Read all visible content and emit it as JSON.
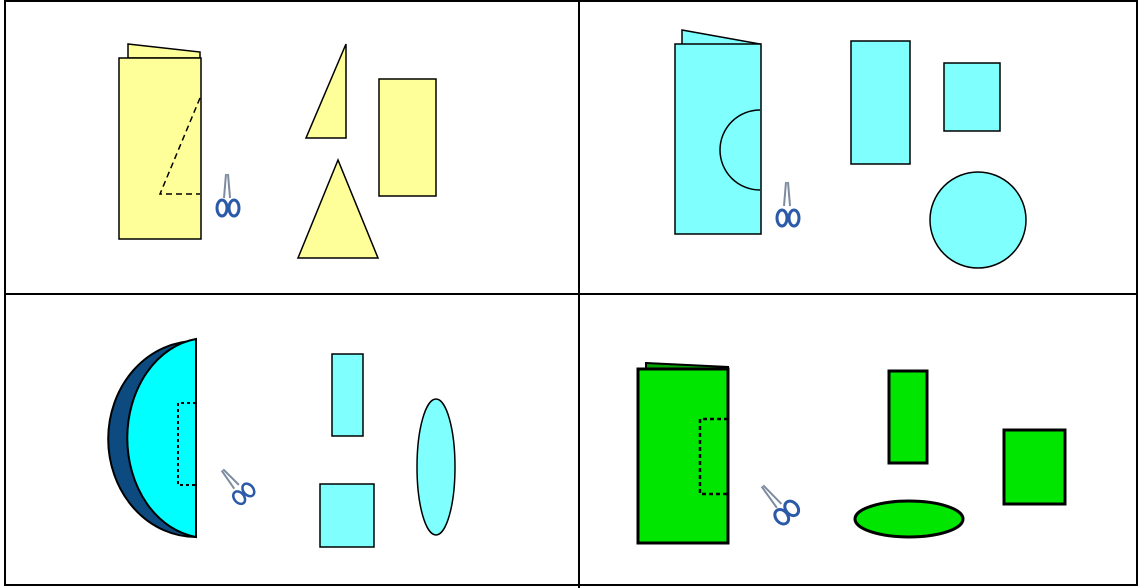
{
  "colors": {
    "yellow": "#ffff99",
    "light_cyan": "#80ffff",
    "bright_cyan": "#00ffff",
    "dark_blue": "#0d4a80",
    "green": "#00e600",
    "dark_green": "#00a000",
    "outline": "#000000",
    "scissors_blue": "#2b5aa8"
  },
  "panels": [
    {
      "name": "folded-paper-triangle",
      "shapes": [
        "folded-paper",
        "triangle-half",
        "triangle",
        "rectangle"
      ]
    },
    {
      "name": "folded-paper-semicircle",
      "shapes": [
        "folded-paper",
        "rectangle",
        "square",
        "circle"
      ]
    },
    {
      "name": "half-disc-cut",
      "shapes": [
        "half-disc",
        "rectangle",
        "square",
        "ellipse"
      ]
    },
    {
      "name": "folded-paper-green",
      "shapes": [
        "folded-paper",
        "rectangle",
        "ellipse",
        "rectangle"
      ]
    }
  ],
  "icons": [
    "scissors-icon",
    "scissors-icon",
    "scissors-icon",
    "scissors-icon"
  ]
}
